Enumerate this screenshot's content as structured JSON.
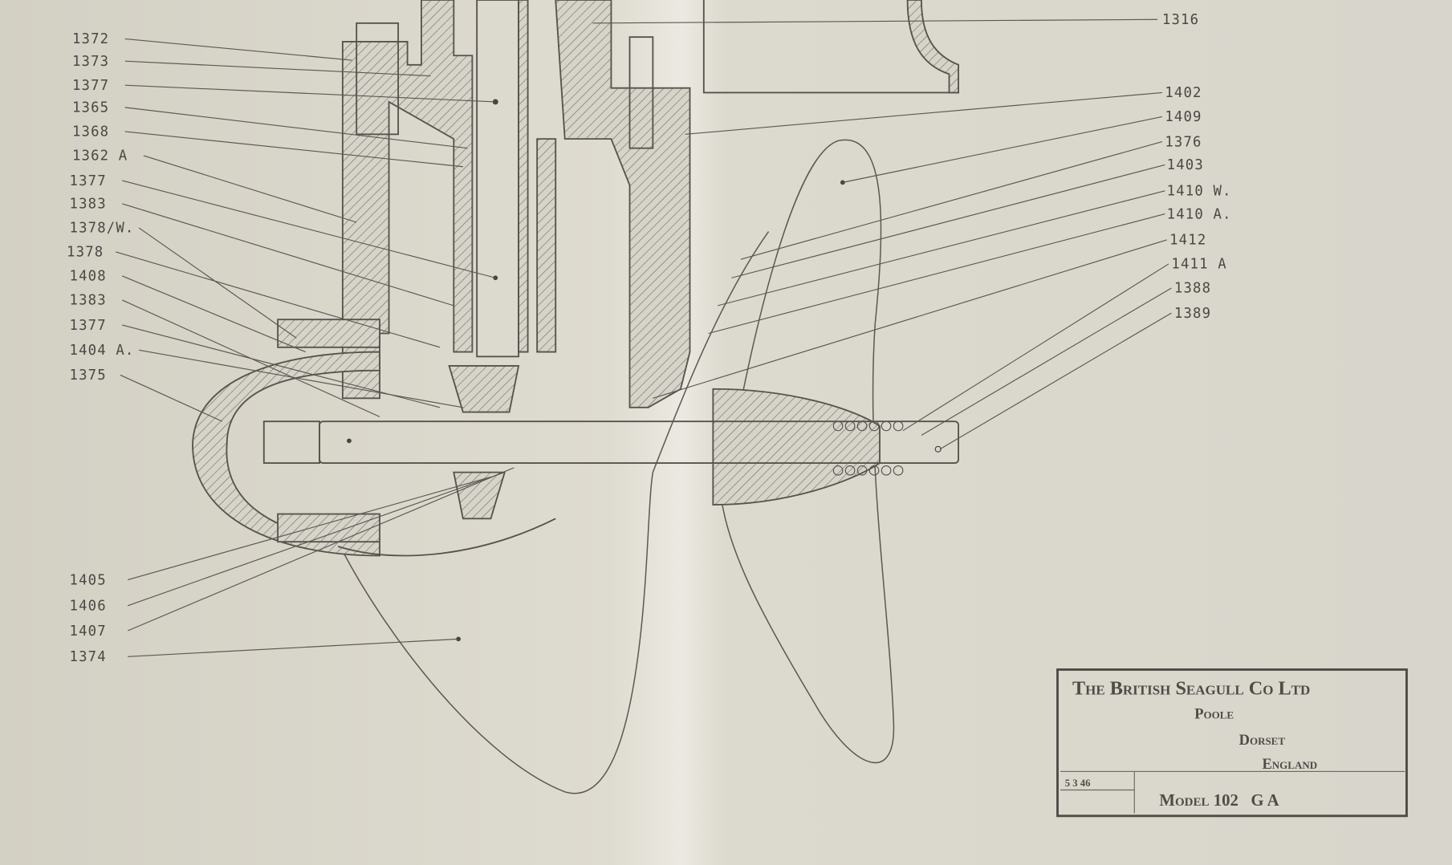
{
  "drawing": {
    "left_labels": [
      "1372",
      "1373",
      "1377",
      "1365",
      "1368",
      "1362 A",
      "1377",
      "1383",
      "1378/W.",
      "1378",
      "1408",
      "1383",
      "1377",
      "1404 A.",
      "1375"
    ],
    "bottom_labels": [
      "1405",
      "1406",
      "1407",
      "1374"
    ],
    "right_labels": [
      "1316",
      "1402",
      "1409",
      "1376",
      "1403",
      "1410 W.",
      "1410 A.",
      "1412",
      "1411 A",
      "1388",
      "1389"
    ]
  },
  "title_block": {
    "company": "The British Seagull Co Ltd",
    "town": "Poole",
    "county": "Dorset",
    "country": "England",
    "date": "5 3 46",
    "model": "Model 102   G A"
  }
}
